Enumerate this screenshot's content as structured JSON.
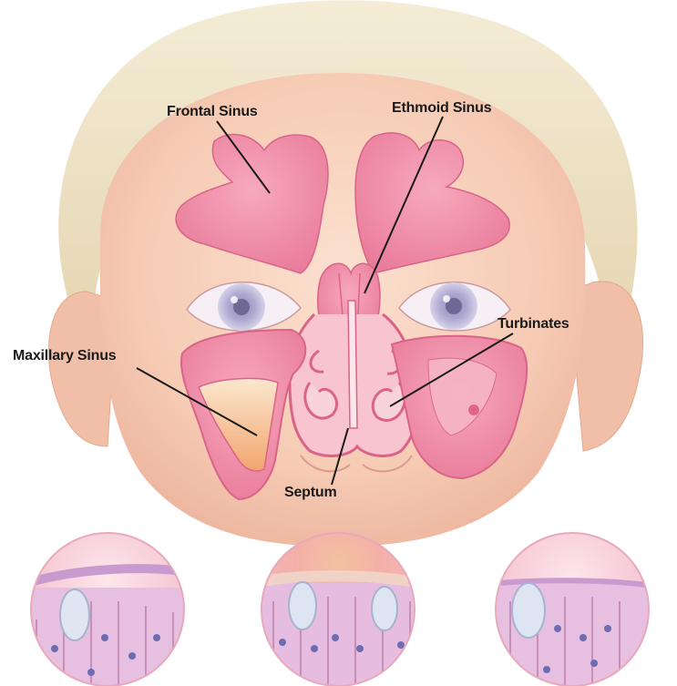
{
  "labels": {
    "frontal_sinus": "Frontal Sinus",
    "ethmoid_sinus": "Ethmoid Sinus",
    "turbinates": "Turbinates",
    "maxillary_sinus": "Maxillary Sinus",
    "septum": "Septum"
  },
  "colors": {
    "skin": "#f8d2bd",
    "hair": "#efe3c4",
    "sinus": "#ef8ea8",
    "sinus_outline": "#d96488",
    "leader_line": "#1a1a1a"
  }
}
